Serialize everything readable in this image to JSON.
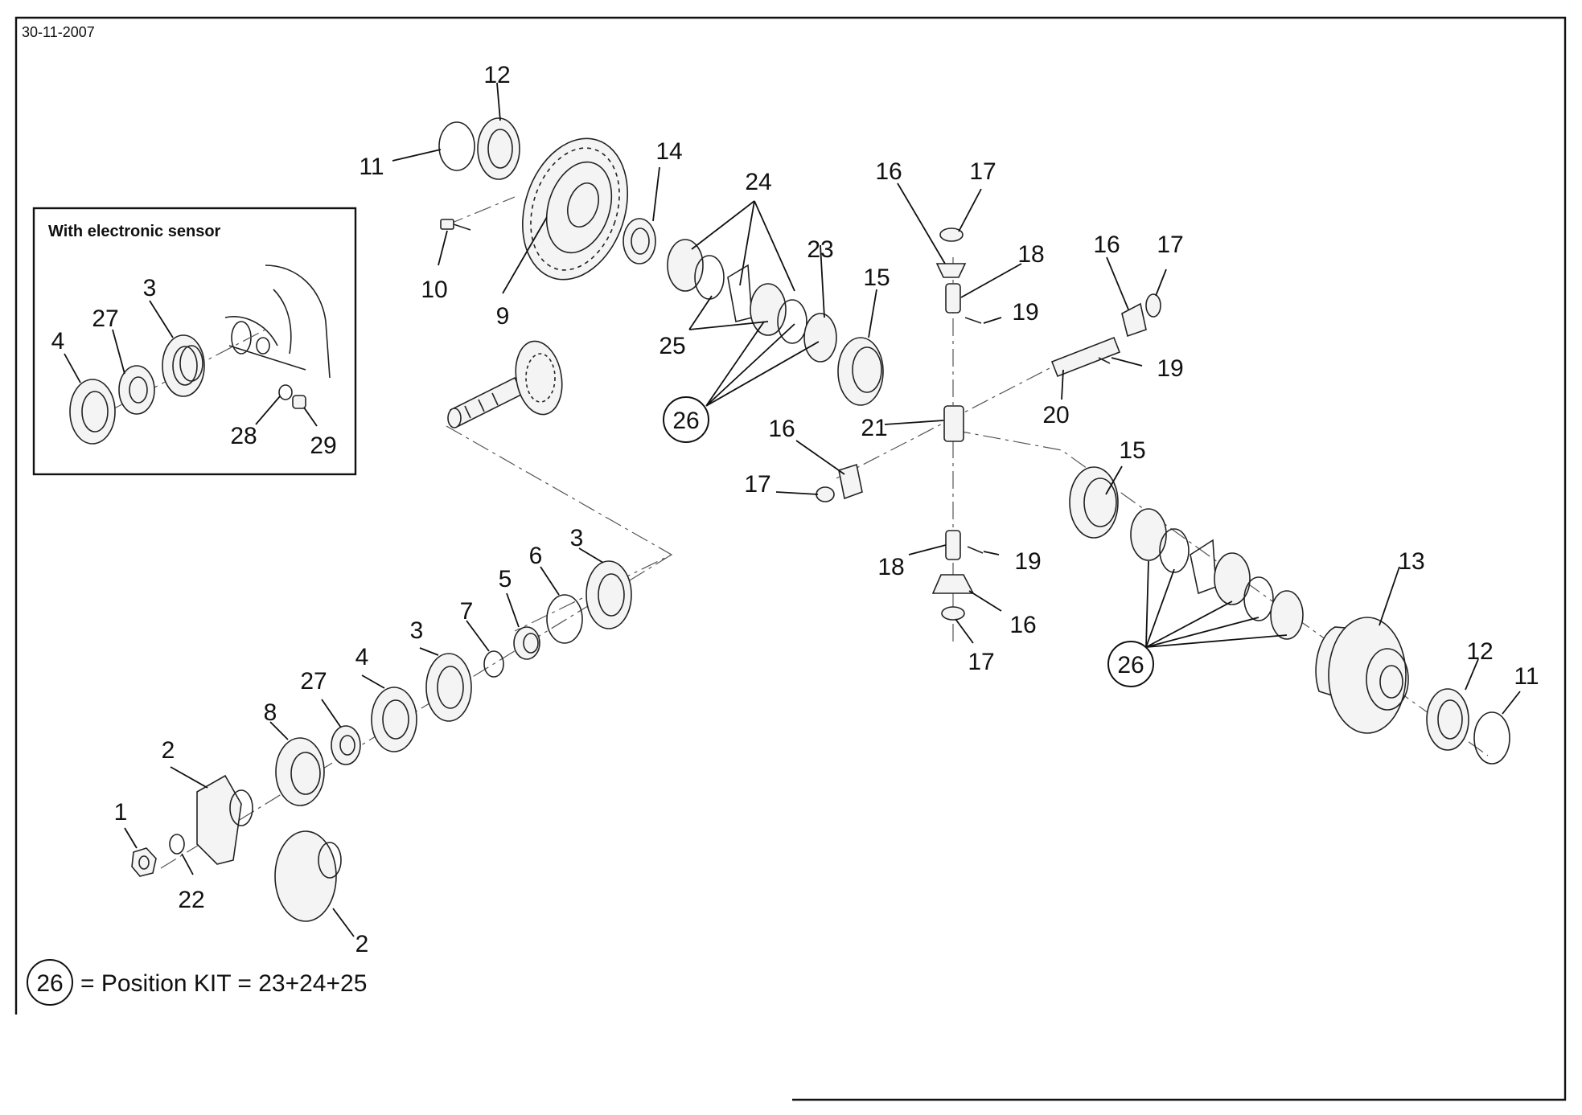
{
  "date": "30-11-2007",
  "inset": {
    "title": "With electronic sensor"
  },
  "legend": {
    "kit_number": "26",
    "text": "= Position KIT = 23+24+25"
  },
  "callouts": [
    {
      "id": "c12a",
      "text": "12"
    },
    {
      "id": "c11a",
      "text": "11"
    },
    {
      "id": "c10",
      "text": "10"
    },
    {
      "id": "c9",
      "text": "9"
    },
    {
      "id": "c14",
      "text": "14"
    },
    {
      "id": "c24",
      "text": "24"
    },
    {
      "id": "c25",
      "text": "25"
    },
    {
      "id": "c26a",
      "text": "26"
    },
    {
      "id": "c23",
      "text": "23"
    },
    {
      "id": "c15a",
      "text": "15"
    },
    {
      "id": "c16a",
      "text": "16"
    },
    {
      "id": "c17a",
      "text": "17"
    },
    {
      "id": "c18a",
      "text": "18"
    },
    {
      "id": "c19a",
      "text": "19"
    },
    {
      "id": "c16b",
      "text": "16"
    },
    {
      "id": "c17b",
      "text": "17"
    },
    {
      "id": "c19b",
      "text": "19"
    },
    {
      "id": "c20",
      "text": "20"
    },
    {
      "id": "c21",
      "text": "21"
    },
    {
      "id": "c16c",
      "text": "16"
    },
    {
      "id": "c17c",
      "text": "17"
    },
    {
      "id": "c15b",
      "text": "15"
    },
    {
      "id": "c18b",
      "text": "18"
    },
    {
      "id": "c19c",
      "text": "19"
    },
    {
      "id": "c16d",
      "text": "16"
    },
    {
      "id": "c17d",
      "text": "17"
    },
    {
      "id": "c13",
      "text": "13"
    },
    {
      "id": "c26b",
      "text": "26"
    },
    {
      "id": "c12b",
      "text": "12"
    },
    {
      "id": "c11b",
      "text": "11"
    },
    {
      "id": "c3a",
      "text": "3"
    },
    {
      "id": "c6",
      "text": "6"
    },
    {
      "id": "c5",
      "text": "5"
    },
    {
      "id": "c7",
      "text": "7"
    },
    {
      "id": "c3b",
      "text": "3"
    },
    {
      "id": "c4a",
      "text": "4"
    },
    {
      "id": "c27a",
      "text": "27"
    },
    {
      "id": "c8",
      "text": "8"
    },
    {
      "id": "c2a",
      "text": "2"
    },
    {
      "id": "c1",
      "text": "1"
    },
    {
      "id": "c22",
      "text": "22"
    },
    {
      "id": "c2b",
      "text": "2"
    },
    {
      "id": "i3",
      "text": "3"
    },
    {
      "id": "i27",
      "text": "27"
    },
    {
      "id": "i4",
      "text": "4"
    },
    {
      "id": "i28",
      "text": "28"
    },
    {
      "id": "i29",
      "text": "29"
    }
  ]
}
